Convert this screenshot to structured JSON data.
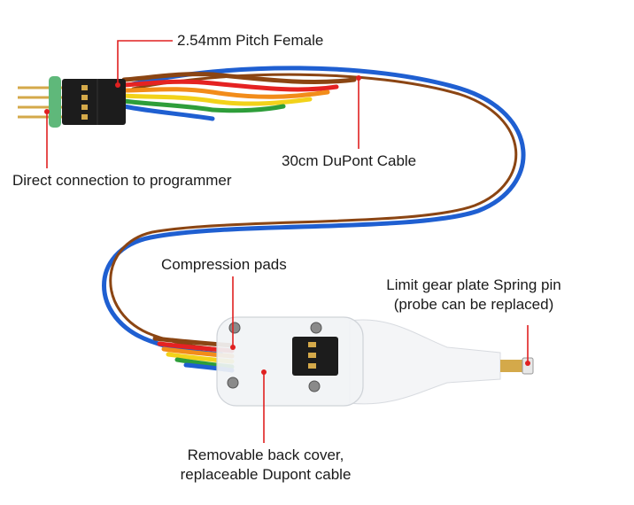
{
  "callouts": {
    "pitch_female": "2.54mm Pitch Female",
    "direct_connection": "Direct connection to programmer",
    "cable": "30cm DuPont Cable",
    "compression_pads": "Compression pads",
    "spring_pin_line1": "Limit gear plate Spring pin",
    "spring_pin_line2": "(probe can be replaced)",
    "back_cover_line1": "Removable back cover,",
    "back_cover_line2": "replaceable Dupont cable"
  },
  "colors": {
    "leader": "#e02020",
    "wires": [
      "#8b4513",
      "#e52222",
      "#f28c1a",
      "#f2d21a",
      "#2e9e3a",
      "#1f5fd1"
    ],
    "connector_body": "#1c1c1c",
    "pin_gold": "#d4a94a",
    "green_spacer": "#5fb87a",
    "clamp_body": "#f1f3f5"
  }
}
